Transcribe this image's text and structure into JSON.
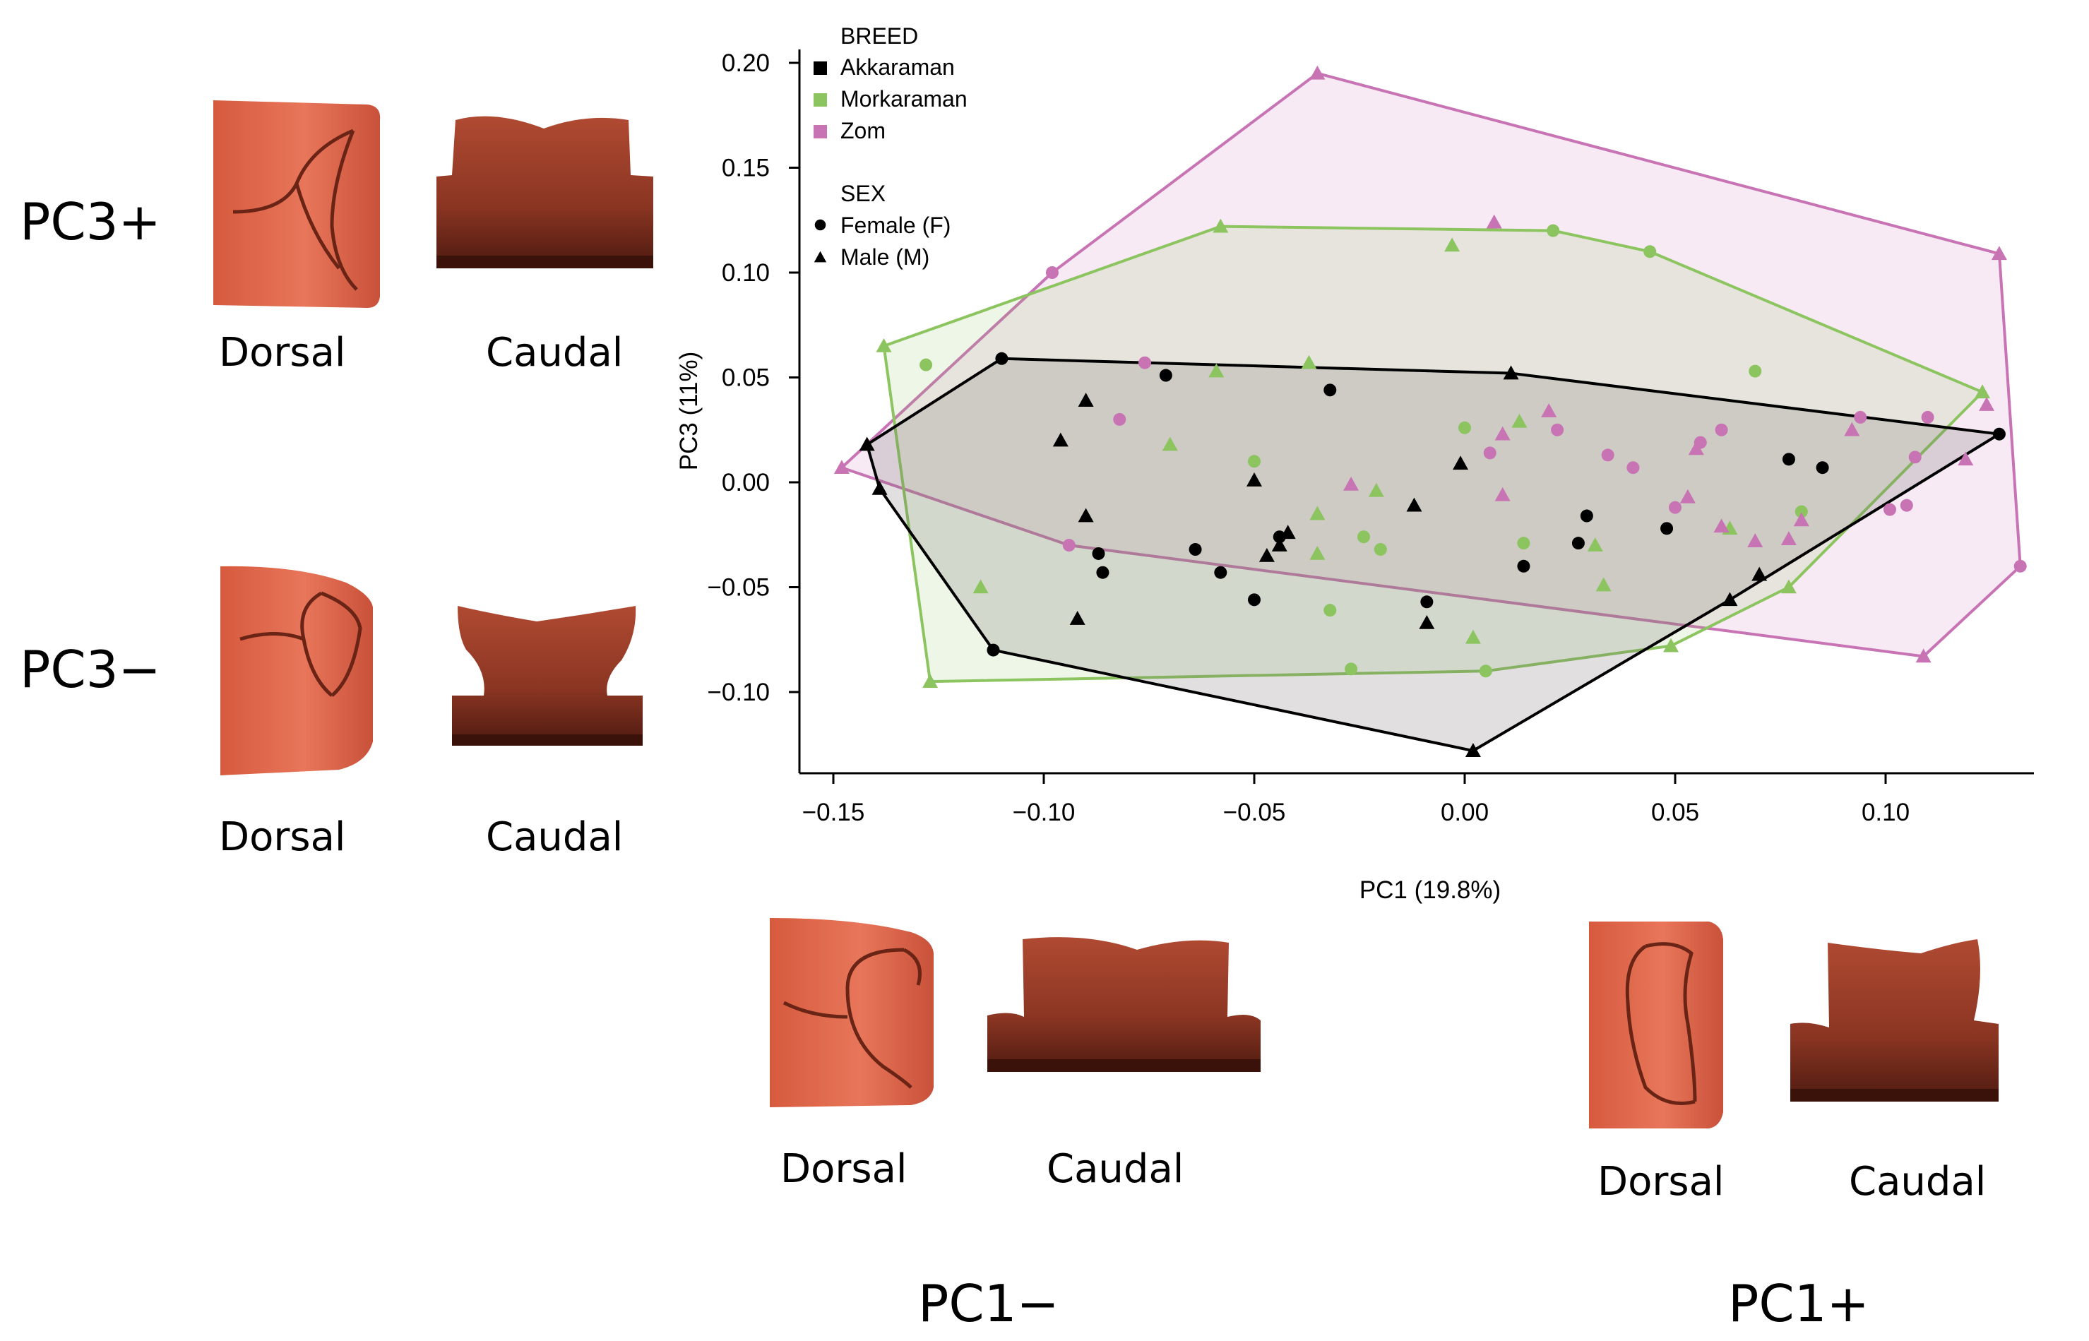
{
  "panels": {
    "pc3_plus": "PC3+",
    "pc3_minus": "PC3−",
    "pc1_minus": "PC1−",
    "pc1_plus": "PC1+",
    "dorsal": "Dorsal",
    "caudal": "Caudal"
  },
  "colors": {
    "Akkaraman": "#000000",
    "Morkaraman": "#8cc45f",
    "Zom": "#c873b4",
    "render_light": "#e0674a",
    "render_dark": "#5a1e12"
  },
  "chart_data": {
    "type": "scatter",
    "xlabel": "PC1 (19.8%)",
    "ylabel": "PC3 (11%)",
    "xlim": [
      -0.16,
      0.135
    ],
    "ylim": [
      -0.14,
      0.205
    ],
    "xticks": [
      -0.15,
      -0.1,
      -0.05,
      0.0,
      0.05,
      0.1
    ],
    "xtick_labels": [
      "−0.15",
      "−0.10",
      "−0.05",
      "0.00",
      "0.05",
      "0.10"
    ],
    "yticks": [
      -0.1,
      -0.05,
      0.0,
      0.05,
      0.1,
      0.15,
      0.2
    ],
    "ytick_labels": [
      "−0.10",
      "−0.05",
      "0.00",
      "0.05",
      "0.10",
      "0.15",
      "0.20"
    ],
    "grid": false,
    "legend": {
      "placement": "top-left",
      "breed_title": "BREED",
      "breeds": [
        "Akkaraman",
        "Morkaraman",
        "Zom"
      ],
      "sex_title": "SEX",
      "sexes": [
        {
          "label": "Female (F)",
          "marker": "circle"
        },
        {
          "label": "Male (M)",
          "marker": "triangle"
        }
      ]
    },
    "hulls": [
      {
        "group": "Zom",
        "points": [
          [
            -0.035,
            0.195
          ],
          [
            0.127,
            0.109
          ],
          [
            0.132,
            -0.04
          ],
          [
            0.109,
            -0.083
          ],
          [
            -0.094,
            -0.03
          ],
          [
            -0.148,
            0.007
          ],
          [
            -0.098,
            0.1
          ]
        ]
      },
      {
        "group": "Morkaraman",
        "points": [
          [
            -0.058,
            0.122
          ],
          [
            0.021,
            0.12
          ],
          [
            0.044,
            0.11
          ],
          [
            0.123,
            0.043
          ],
          [
            0.077,
            -0.05
          ],
          [
            0.049,
            -0.078
          ],
          [
            0.005,
            -0.09
          ],
          [
            -0.127,
            -0.095
          ],
          [
            -0.138,
            0.065
          ]
        ]
      },
      {
        "group": "Akkaraman",
        "points": [
          [
            -0.11,
            0.059
          ],
          [
            0.011,
            0.052
          ],
          [
            0.127,
            0.023
          ],
          [
            0.063,
            -0.056
          ],
          [
            0.002,
            -0.128
          ],
          [
            -0.112,
            -0.08
          ],
          [
            -0.139,
            -0.003
          ],
          [
            -0.142,
            0.018
          ]
        ]
      }
    ],
    "series": [
      {
        "breed": "Akkaraman",
        "sex": "F",
        "points": [
          [
            -0.11,
            0.059
          ],
          [
            -0.071,
            0.051
          ],
          [
            -0.032,
            0.044
          ],
          [
            -0.087,
            -0.034
          ],
          [
            -0.086,
            -0.043
          ],
          [
            -0.064,
            -0.032
          ],
          [
            -0.058,
            -0.043
          ],
          [
            -0.044,
            -0.026
          ],
          [
            -0.05,
            -0.056
          ],
          [
            -0.009,
            -0.057
          ],
          [
            0.014,
            -0.04
          ],
          [
            0.027,
            -0.029
          ],
          [
            0.029,
            -0.016
          ],
          [
            0.048,
            -0.022
          ],
          [
            0.077,
            0.011
          ],
          [
            0.085,
            0.007
          ],
          [
            0.127,
            0.023
          ],
          [
            -0.112,
            -0.08
          ]
        ]
      },
      {
        "breed": "Akkaraman",
        "sex": "M",
        "points": [
          [
            -0.09,
            0.039
          ],
          [
            -0.096,
            0.02
          ],
          [
            -0.142,
            0.018
          ],
          [
            -0.139,
            -0.003
          ],
          [
            -0.09,
            -0.016
          ],
          [
            -0.092,
            -0.065
          ],
          [
            -0.05,
            0.001
          ],
          [
            -0.047,
            -0.035
          ],
          [
            -0.044,
            -0.03
          ],
          [
            -0.042,
            -0.024
          ],
          [
            -0.012,
            -0.011
          ],
          [
            -0.009,
            -0.067
          ],
          [
            -0.001,
            0.009
          ],
          [
            0.011,
            0.052
          ],
          [
            0.063,
            -0.056
          ],
          [
            0.07,
            -0.044
          ],
          [
            0.002,
            -0.128
          ]
        ]
      },
      {
        "breed": "Morkaraman",
        "sex": "F",
        "points": [
          [
            -0.128,
            0.056
          ],
          [
            -0.05,
            0.01
          ],
          [
            -0.032,
            -0.061
          ],
          [
            -0.027,
            -0.089
          ],
          [
            -0.024,
            -0.026
          ],
          [
            -0.02,
            -0.032
          ],
          [
            0.0,
            0.026
          ],
          [
            0.005,
            -0.09
          ],
          [
            0.014,
            -0.029
          ],
          [
            0.021,
            0.12
          ],
          [
            0.044,
            0.11
          ],
          [
            0.069,
            0.053
          ],
          [
            0.08,
            -0.014
          ]
        ]
      },
      {
        "breed": "Morkaraman",
        "sex": "M",
        "points": [
          [
            -0.138,
            0.065
          ],
          [
            -0.058,
            0.122
          ],
          [
            -0.059,
            0.053
          ],
          [
            -0.07,
            0.018
          ],
          [
            -0.115,
            -0.05
          ],
          [
            -0.127,
            -0.095
          ],
          [
            -0.037,
            0.057
          ],
          [
            -0.035,
            -0.015
          ],
          [
            -0.035,
            -0.034
          ],
          [
            -0.021,
            -0.004
          ],
          [
            -0.003,
            0.113
          ],
          [
            0.002,
            -0.074
          ],
          [
            0.013,
            0.029
          ],
          [
            0.031,
            -0.03
          ],
          [
            0.033,
            -0.049
          ],
          [
            0.049,
            -0.078
          ],
          [
            0.063,
            -0.022
          ],
          [
            0.077,
            -0.05
          ],
          [
            0.123,
            0.043
          ]
        ]
      },
      {
        "breed": "Zom",
        "sex": "F",
        "points": [
          [
            -0.098,
            0.1
          ],
          [
            -0.076,
            0.057
          ],
          [
            -0.082,
            0.03
          ],
          [
            -0.094,
            -0.03
          ],
          [
            0.006,
            0.014
          ],
          [
            0.022,
            0.025
          ],
          [
            0.034,
            0.013
          ],
          [
            0.04,
            0.007
          ],
          [
            0.05,
            -0.012
          ],
          [
            0.056,
            0.019
          ],
          [
            0.061,
            0.025
          ],
          [
            0.094,
            0.031
          ],
          [
            0.105,
            -0.011
          ],
          [
            0.101,
            -0.013
          ],
          [
            0.107,
            0.012
          ],
          [
            0.11,
            0.031
          ],
          [
            0.132,
            -0.04
          ]
        ]
      },
      {
        "breed": "Zom",
        "sex": "M",
        "points": [
          [
            -0.035,
            0.195
          ],
          [
            -0.148,
            0.007
          ],
          [
            -0.027,
            -0.001
          ],
          [
            0.007,
            0.124
          ],
          [
            0.009,
            0.023
          ],
          [
            0.009,
            -0.006
          ],
          [
            0.02,
            0.034
          ],
          [
            0.053,
            -0.007
          ],
          [
            0.061,
            -0.021
          ],
          [
            0.055,
            0.016
          ],
          [
            0.069,
            -0.028
          ],
          [
            0.08,
            -0.018
          ],
          [
            0.092,
            0.025
          ],
          [
            0.119,
            0.011
          ],
          [
            0.124,
            0.037
          ],
          [
            0.127,
            0.109
          ],
          [
            0.109,
            -0.083
          ],
          [
            0.077,
            -0.027
          ]
        ]
      }
    ]
  }
}
